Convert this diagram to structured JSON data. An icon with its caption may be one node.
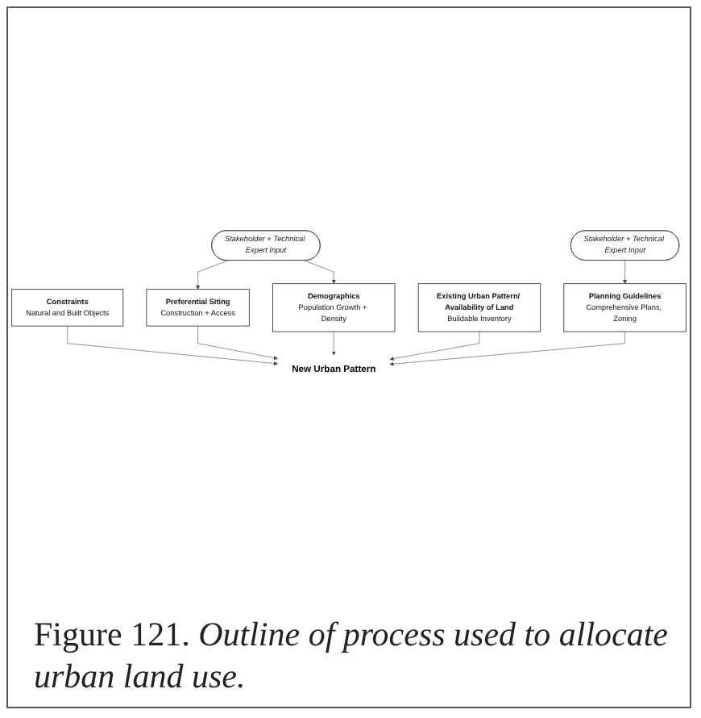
{
  "diagram": {
    "caption": "Figure 121. *Outline of process used to allocate urban land use.*",
    "nodes": [
      {
        "text": [
          "Constraints",
          "Natural and Built Objects"
        ]
      },
      {
        "text": [
          "Preferential Siting",
          "Construction + Access"
        ]
      },
      {
        "text": [
          "New Urban Pattern"
        ]
      },
      {
        "text": [
          "Planning Guidelines",
          "Comprehensive Plans, Zoning"
        ]
      },
      {
        "text": [
          "Stakeholder + Technical Expert Input"
        ]
      },
      {
        "text": [
          "Stakeholder + Technical Expert Input"
        ]
      },
      {
        "text": [
          "Existing Urban Pattern/ Availability of Land",
          "Buildable Inventory"
        ]
      },
      {
        "text": [
          "Demographics",
          "Population Growth + Density"
        ]
      }
    ],
    "edges": [
      {
        "from": 0,
        "to": 2,
        "arrow": "to"
      },
      {
        "from": 1,
        "to": 2,
        "arrow": "to"
      },
      {
        "from": 3,
        "to": 2,
        "arrow": "to"
      },
      {
        "from": 7,
        "to": 2,
        "arrow": "to"
      },
      {
        "from": 6,
        "to": 2,
        "arrow": "to"
      },
      {
        "from": 4,
        "to": 1,
        "arrow": "to"
      },
      {
        "from": 4,
        "to": 7,
        "arrow": "to"
      },
      {
        "from": 5,
        "to": 3,
        "arrow": "to"
      }
    ]
  }
}
